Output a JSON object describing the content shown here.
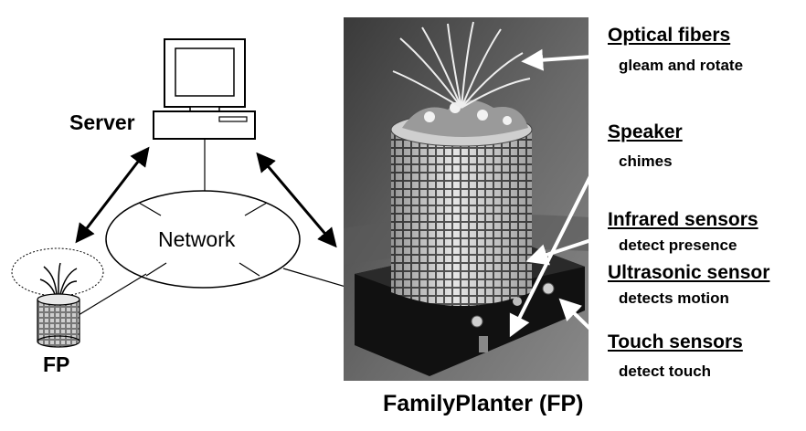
{
  "left_diagram": {
    "server_label": "Server",
    "network_label": "Network",
    "fp_label": "FP"
  },
  "photo": {
    "caption": "FamilyPlanter (FP)"
  },
  "annotations": [
    {
      "title": "Optical fibers",
      "description": "gleam and rotate"
    },
    {
      "title": "Speaker",
      "description": "chimes"
    },
    {
      "title": "Infrared sensors",
      "description": "detect presence"
    },
    {
      "title": "Ultrasonic sensor",
      "description": "detects motion"
    },
    {
      "title": "Touch sensors",
      "description": "detect touch"
    }
  ],
  "colors": {
    "stroke": "#000000",
    "background": "#ffffff"
  }
}
